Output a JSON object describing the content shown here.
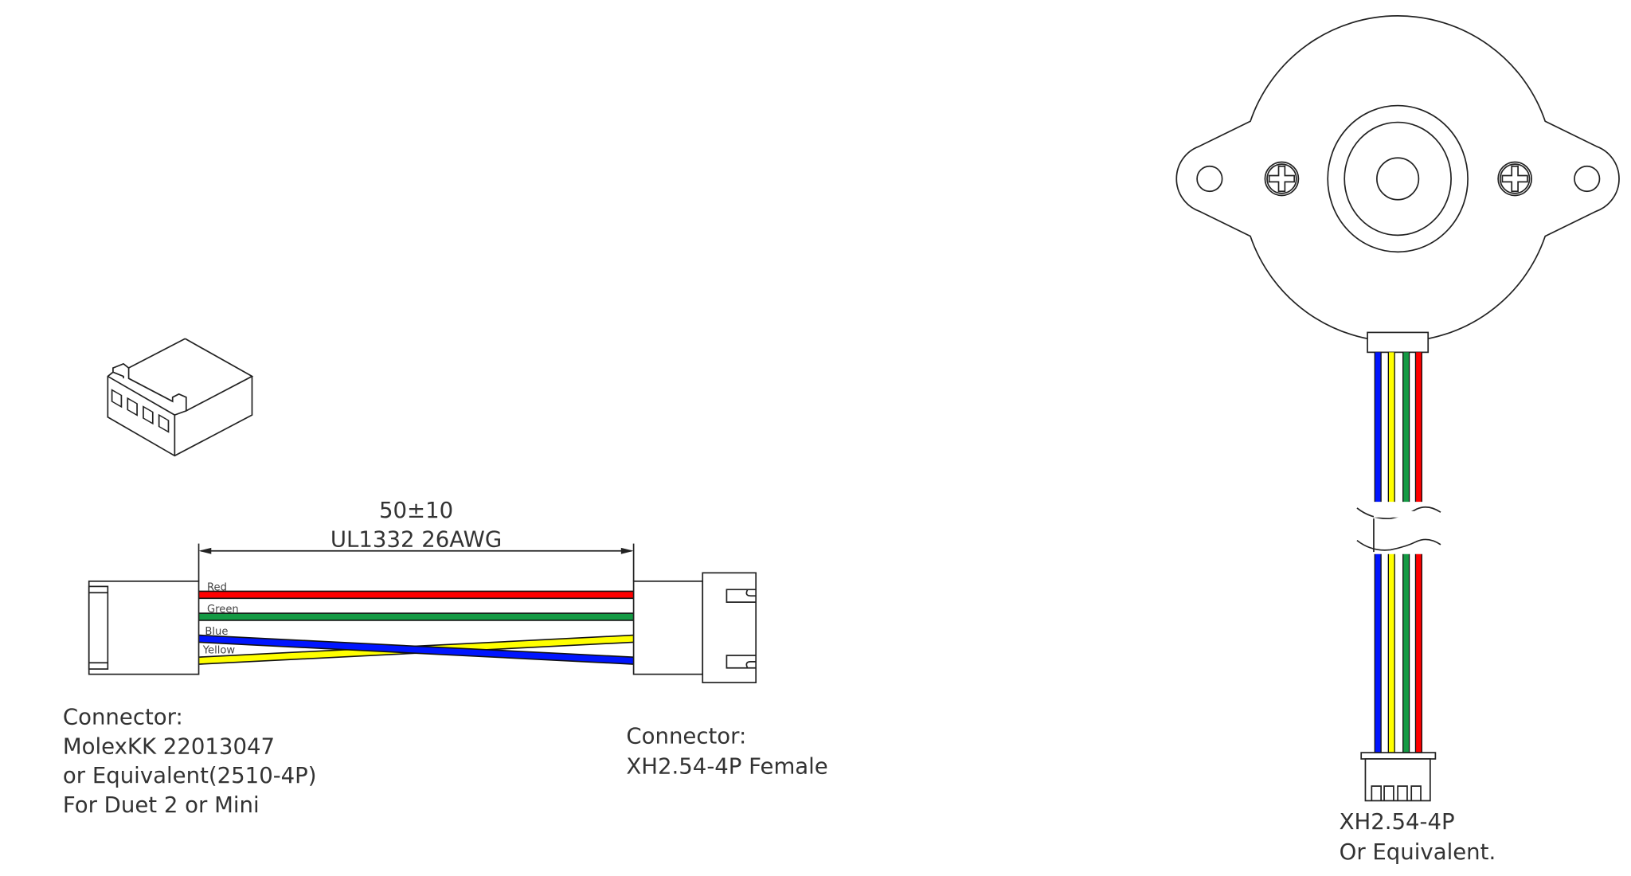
{
  "cable": {
    "length": "50±10",
    "wire_spec": "UL1332 26AWG",
    "wires": [
      {
        "label": "Red",
        "color": "#ff0000"
      },
      {
        "label": "Green",
        "color": "#149a44"
      },
      {
        "label": "Blue",
        "color": "#0015ff"
      },
      {
        "label": "Yellow",
        "color": "#ffff00"
      }
    ]
  },
  "left_connector": {
    "lines": [
      "Connector:",
      "MolexKK 22013047",
      "or Equivalent(2510-4P)",
      "For Duet 2 or Mini"
    ]
  },
  "right_connector": {
    "lines": [
      "Connector:",
      "XH2.54-4P Female"
    ]
  },
  "motor_connector": {
    "lines": [
      "XH2.54-4P",
      "Or Equivalent."
    ]
  }
}
